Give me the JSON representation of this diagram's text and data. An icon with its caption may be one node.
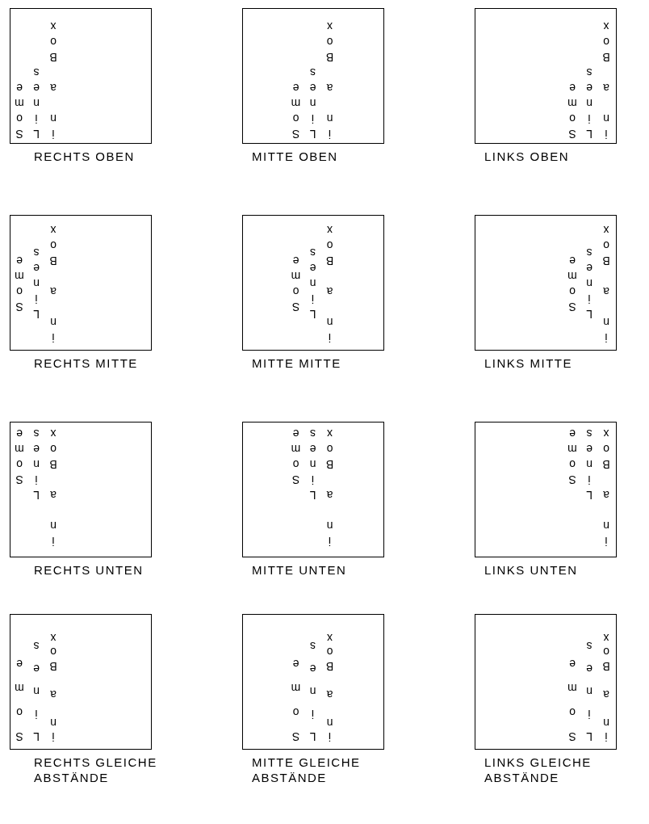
{
  "diagram": {
    "nodes": [
      {
        "text": [
          "Some",
          "Lines",
          "in a Box"
        ],
        "beside": [
          "RECHTS OBEN"
        ]
      },
      {
        "text": [
          "Some",
          "Lines",
          "in a Box"
        ],
        "beside": [
          "MITTE OBEN"
        ]
      },
      {
        "text": [
          "Some",
          "Lines",
          "in a Box"
        ],
        "beside": [
          "LINKS OBEN"
        ]
      },
      {
        "text": [
          "Some",
          "Lines",
          "in a Box"
        ],
        "beside": [
          "RECHTS MITTE"
        ]
      },
      {
        "text": [
          "Some",
          "Lines",
          "in a Box"
        ],
        "beside": [
          "MITTE MITTE"
        ]
      },
      {
        "text": [
          "Some",
          "Lines",
          "in a Box"
        ],
        "beside": [
          "LINKS MITTE"
        ]
      },
      {
        "text": [
          "Some",
          "Lines",
          "in a Box"
        ],
        "beside": [
          "RECHTS UNTEN"
        ]
      },
      {
        "text": [
          "Some",
          "Lines",
          "in a Box"
        ],
        "beside": [
          "MITTE UNTEN"
        ]
      },
      {
        "text": [
          "Some",
          "Lines",
          "in a Box"
        ],
        "beside": [
          "LINKS UNTEN"
        ]
      },
      {
        "text": [
          "Some",
          "Lines",
          "in a Box"
        ],
        "beside": [
          "RECHTS GLEICHE ABSTÄNDE"
        ]
      },
      {
        "text": [
          "Some",
          "Lines",
          "in a Box"
        ],
        "beside": [
          "MITTE GLEICHE ABSTÄNDE"
        ]
      },
      {
        "text": [
          "Some",
          "Lines",
          "in a Box"
        ],
        "beside": [
          "LINKS GLEICHE ABSTÄNDE"
        ]
      }
    ]
  }
}
